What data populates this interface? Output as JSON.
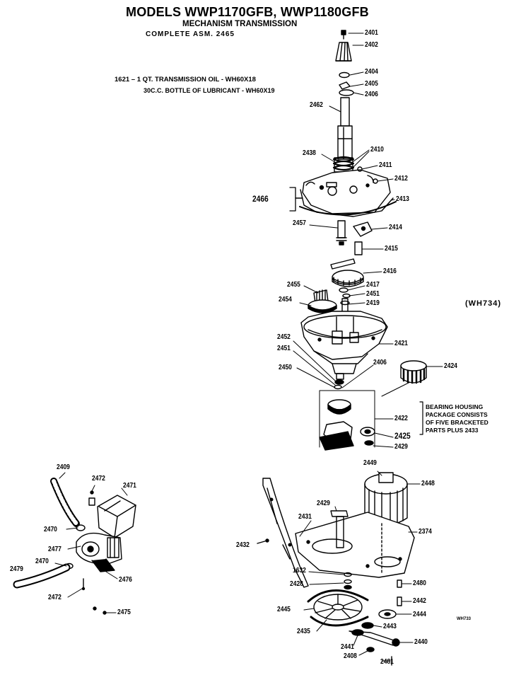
{
  "header": {
    "title": "MODELS WWP1170GFB, WWP1180GFB",
    "subtitle": "MECHANISM TRANSMISSION",
    "assembly": "COMPLETE  ASM. 2465"
  },
  "notes": {
    "oil": "1621 – 1 QT. TRANSMISSION OIL - WH60X18",
    "lubricant": "30C.C. BOTTLE OF LUBRICANT - WH60X19"
  },
  "reference": "(WH734)",
  "footer_code": "WH733",
  "bearing_note": [
    "BEARING HOUSING",
    "PACKAGE CONSISTS",
    "OF FIVE BRACKETED",
    "PARTS PLUS 2433"
  ],
  "labels": {
    "p2401": "2401",
    "p2402": "2402",
    "p2404": "2404",
    "p2405": "2405",
    "p2406a": "2406",
    "p2462": "2462",
    "p2438": "2438",
    "p2410": "2410",
    "p2411": "2411",
    "p2412": "2412",
    "p2466": "2466",
    "p2413": "2413",
    "p2457": "2457",
    "p2414": "2414",
    "p2415": "2415",
    "p2416": "2416",
    "p2417": "2417",
    "p2455": "2455",
    "p2451a": "2451",
    "p2419": "2419",
    "p2454": "2454",
    "p2452": "2452",
    "p2451b": "2451",
    "p2421": "2421",
    "p2450": "2450",
    "p2406b": "2406",
    "p2424": "2424",
    "p2422": "2422",
    "p2425": "2425",
    "p2429a": "2429",
    "p2409": "2409",
    "p2472a": "2472",
    "p2471": "2471",
    "p2470a": "2470",
    "p2477": "2477",
    "p2470b": "2470",
    "p2479": "2479",
    "p2476": "2476",
    "p2472b": "2472",
    "p2475": "2475",
    "p2449": "2449",
    "p2448": "2448",
    "p2429b": "2429",
    "p2431": "2431",
    "p2374": "2374",
    "p2432": "2432",
    "p1632": "1632",
    "p2428": "2428",
    "p2480": "2480",
    "p2442": "2442",
    "p2445": "2445",
    "p2444": "2444",
    "p2443": "2443",
    "p2435": "2435",
    "p2441": "2441",
    "p2440": "2440",
    "p2408": "2408",
    "p2481": "2481"
  }
}
